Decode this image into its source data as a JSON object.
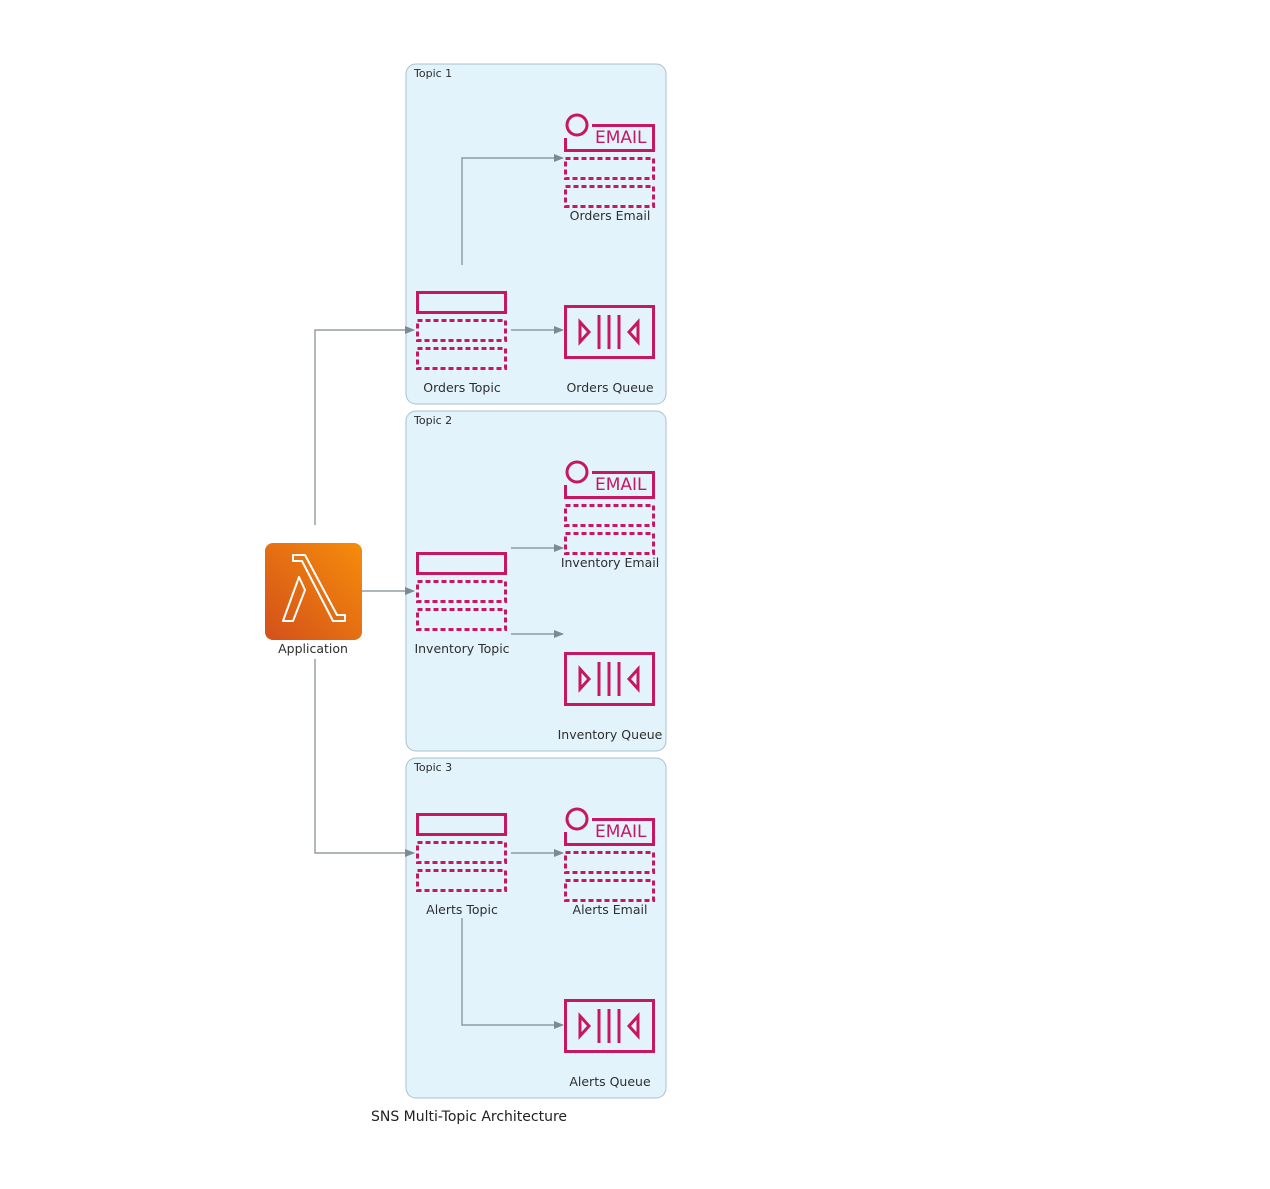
{
  "diagram": {
    "title": "SNS Multi-Topic Architecture",
    "colors": {
      "cluster_fill": "#e3f3fc",
      "cluster_border": "#a9c0cc",
      "icon_accent": "#c7175f",
      "lambda_gradient_top": "#f58d0a",
      "lambda_gradient_bottom": "#d4501b",
      "edge": "#7d8a91"
    },
    "application": {
      "label": "Application",
      "icon": "lambda-icon"
    },
    "clusters": [
      {
        "label": "Topic 1",
        "topic": {
          "label": "Orders Topic",
          "icon": "sns-topic-icon"
        },
        "email": {
          "label": "Orders Email",
          "icon": "email-notification-icon",
          "badge": "EMAIL"
        },
        "queue": {
          "label": "Orders Queue",
          "icon": "sqs-queue-icon"
        }
      },
      {
        "label": "Topic 2",
        "topic": {
          "label": "Inventory Topic",
          "icon": "sns-topic-icon"
        },
        "email": {
          "label": "Inventory Email",
          "icon": "email-notification-icon",
          "badge": "EMAIL"
        },
        "queue": {
          "label": "Inventory Queue",
          "icon": "sqs-queue-icon"
        }
      },
      {
        "label": "Topic 3",
        "topic": {
          "label": "Alerts Topic",
          "icon": "sns-topic-icon"
        },
        "email": {
          "label": "Alerts Email",
          "icon": "email-notification-icon",
          "badge": "EMAIL"
        },
        "queue": {
          "label": "Alerts Queue",
          "icon": "sqs-queue-icon"
        }
      }
    ],
    "edges": [
      {
        "from": "Application",
        "to": "Orders Topic"
      },
      {
        "from": "Application",
        "to": "Inventory Topic"
      },
      {
        "from": "Application",
        "to": "Alerts Topic"
      },
      {
        "from": "Orders Topic",
        "to": "Orders Email"
      },
      {
        "from": "Orders Topic",
        "to": "Orders Queue"
      },
      {
        "from": "Inventory Topic",
        "to": "Inventory Email"
      },
      {
        "from": "Inventory Topic",
        "to": "Inventory Queue"
      },
      {
        "from": "Alerts Topic",
        "to": "Alerts Email"
      },
      {
        "from": "Alerts Topic",
        "to": "Alerts Queue"
      }
    ]
  }
}
